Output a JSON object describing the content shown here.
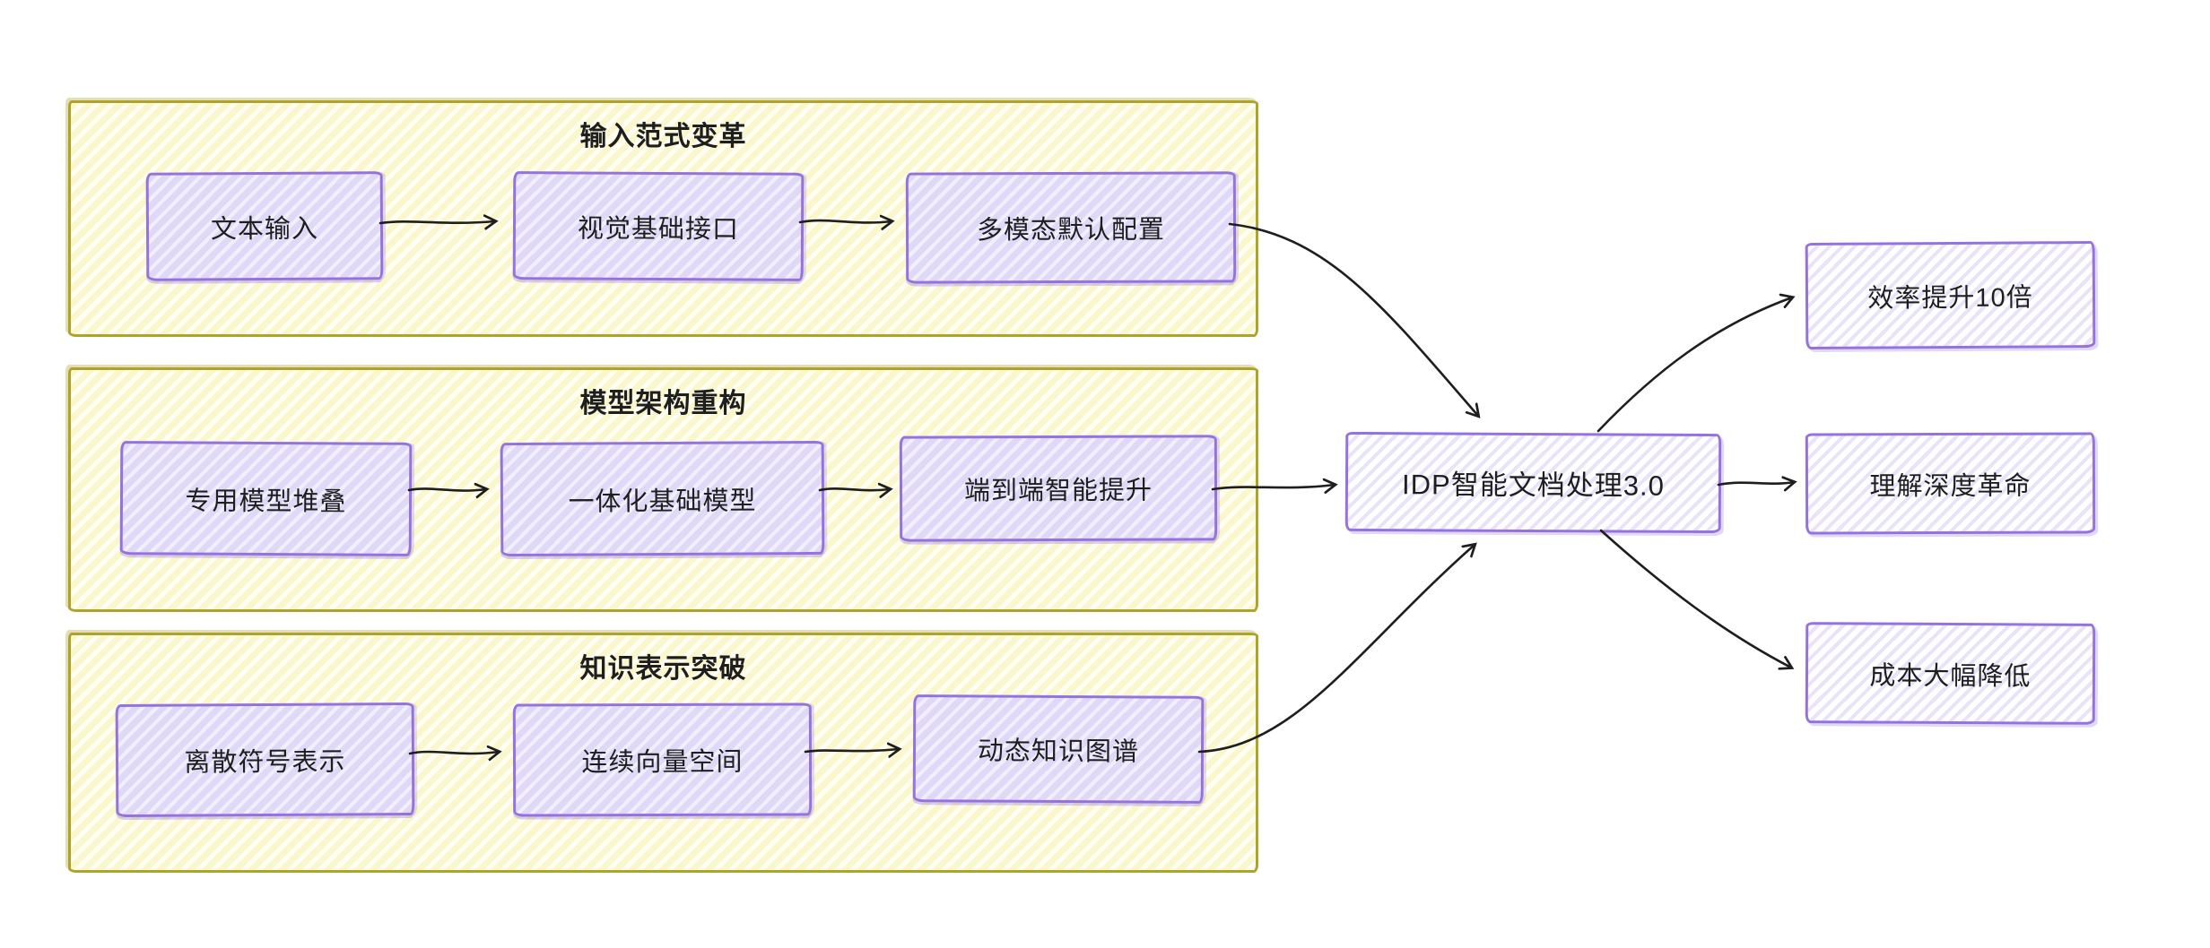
{
  "diagram": {
    "groups": [
      {
        "title": "输入范式变革",
        "items": [
          {
            "label": "文本输入"
          },
          {
            "label": "视觉基础接口"
          },
          {
            "label": "多模态默认配置"
          }
        ]
      },
      {
        "title": "模型架构重构",
        "items": [
          {
            "label": "专用模型堆叠"
          },
          {
            "label": "一体化基础模型"
          },
          {
            "label": "端到端智能提升"
          }
        ]
      },
      {
        "title": "知识表示突破",
        "items": [
          {
            "label": "离散符号表示"
          },
          {
            "label": "连续向量空间"
          },
          {
            "label": "动态知识图谱"
          }
        ]
      }
    ],
    "center": {
      "label": "IDP智能文档处理3.0"
    },
    "outputs": [
      {
        "label": "效率提升10倍"
      },
      {
        "label": "理解深度革命"
      },
      {
        "label": "成本大幅降低"
      }
    ],
    "edges": [
      {
        "from": "文本输入",
        "to": "视觉基础接口"
      },
      {
        "from": "视觉基础接口",
        "to": "多模态默认配置"
      },
      {
        "from": "多模态默认配置",
        "to": "IDP智能文档处理3.0"
      },
      {
        "from": "专用模型堆叠",
        "to": "一体化基础模型"
      },
      {
        "from": "一体化基础模型",
        "to": "端到端智能提升"
      },
      {
        "from": "端到端智能提升",
        "to": "IDP智能文档处理3.0"
      },
      {
        "from": "离散符号表示",
        "to": "连续向量空间"
      },
      {
        "from": "连续向量空间",
        "to": "动态知识图谱"
      },
      {
        "from": "动态知识图谱",
        "to": "IDP智能文档处理3.0"
      },
      {
        "from": "IDP智能文档处理3.0",
        "to": "效率提升10倍"
      },
      {
        "from": "IDP智能文档处理3.0",
        "to": "理解深度革命"
      },
      {
        "from": "IDP智能文档处理3.0",
        "to": "成本大幅降低"
      }
    ],
    "colors": {
      "group_border": "#b0a32c",
      "group_fill": "#fbf7cd",
      "node_border": "#9472e0",
      "node_fill": "#e0daf7",
      "text": "#1e1e1e",
      "arrow": "#1e1e1e",
      "canvas": "#ffffff"
    }
  }
}
